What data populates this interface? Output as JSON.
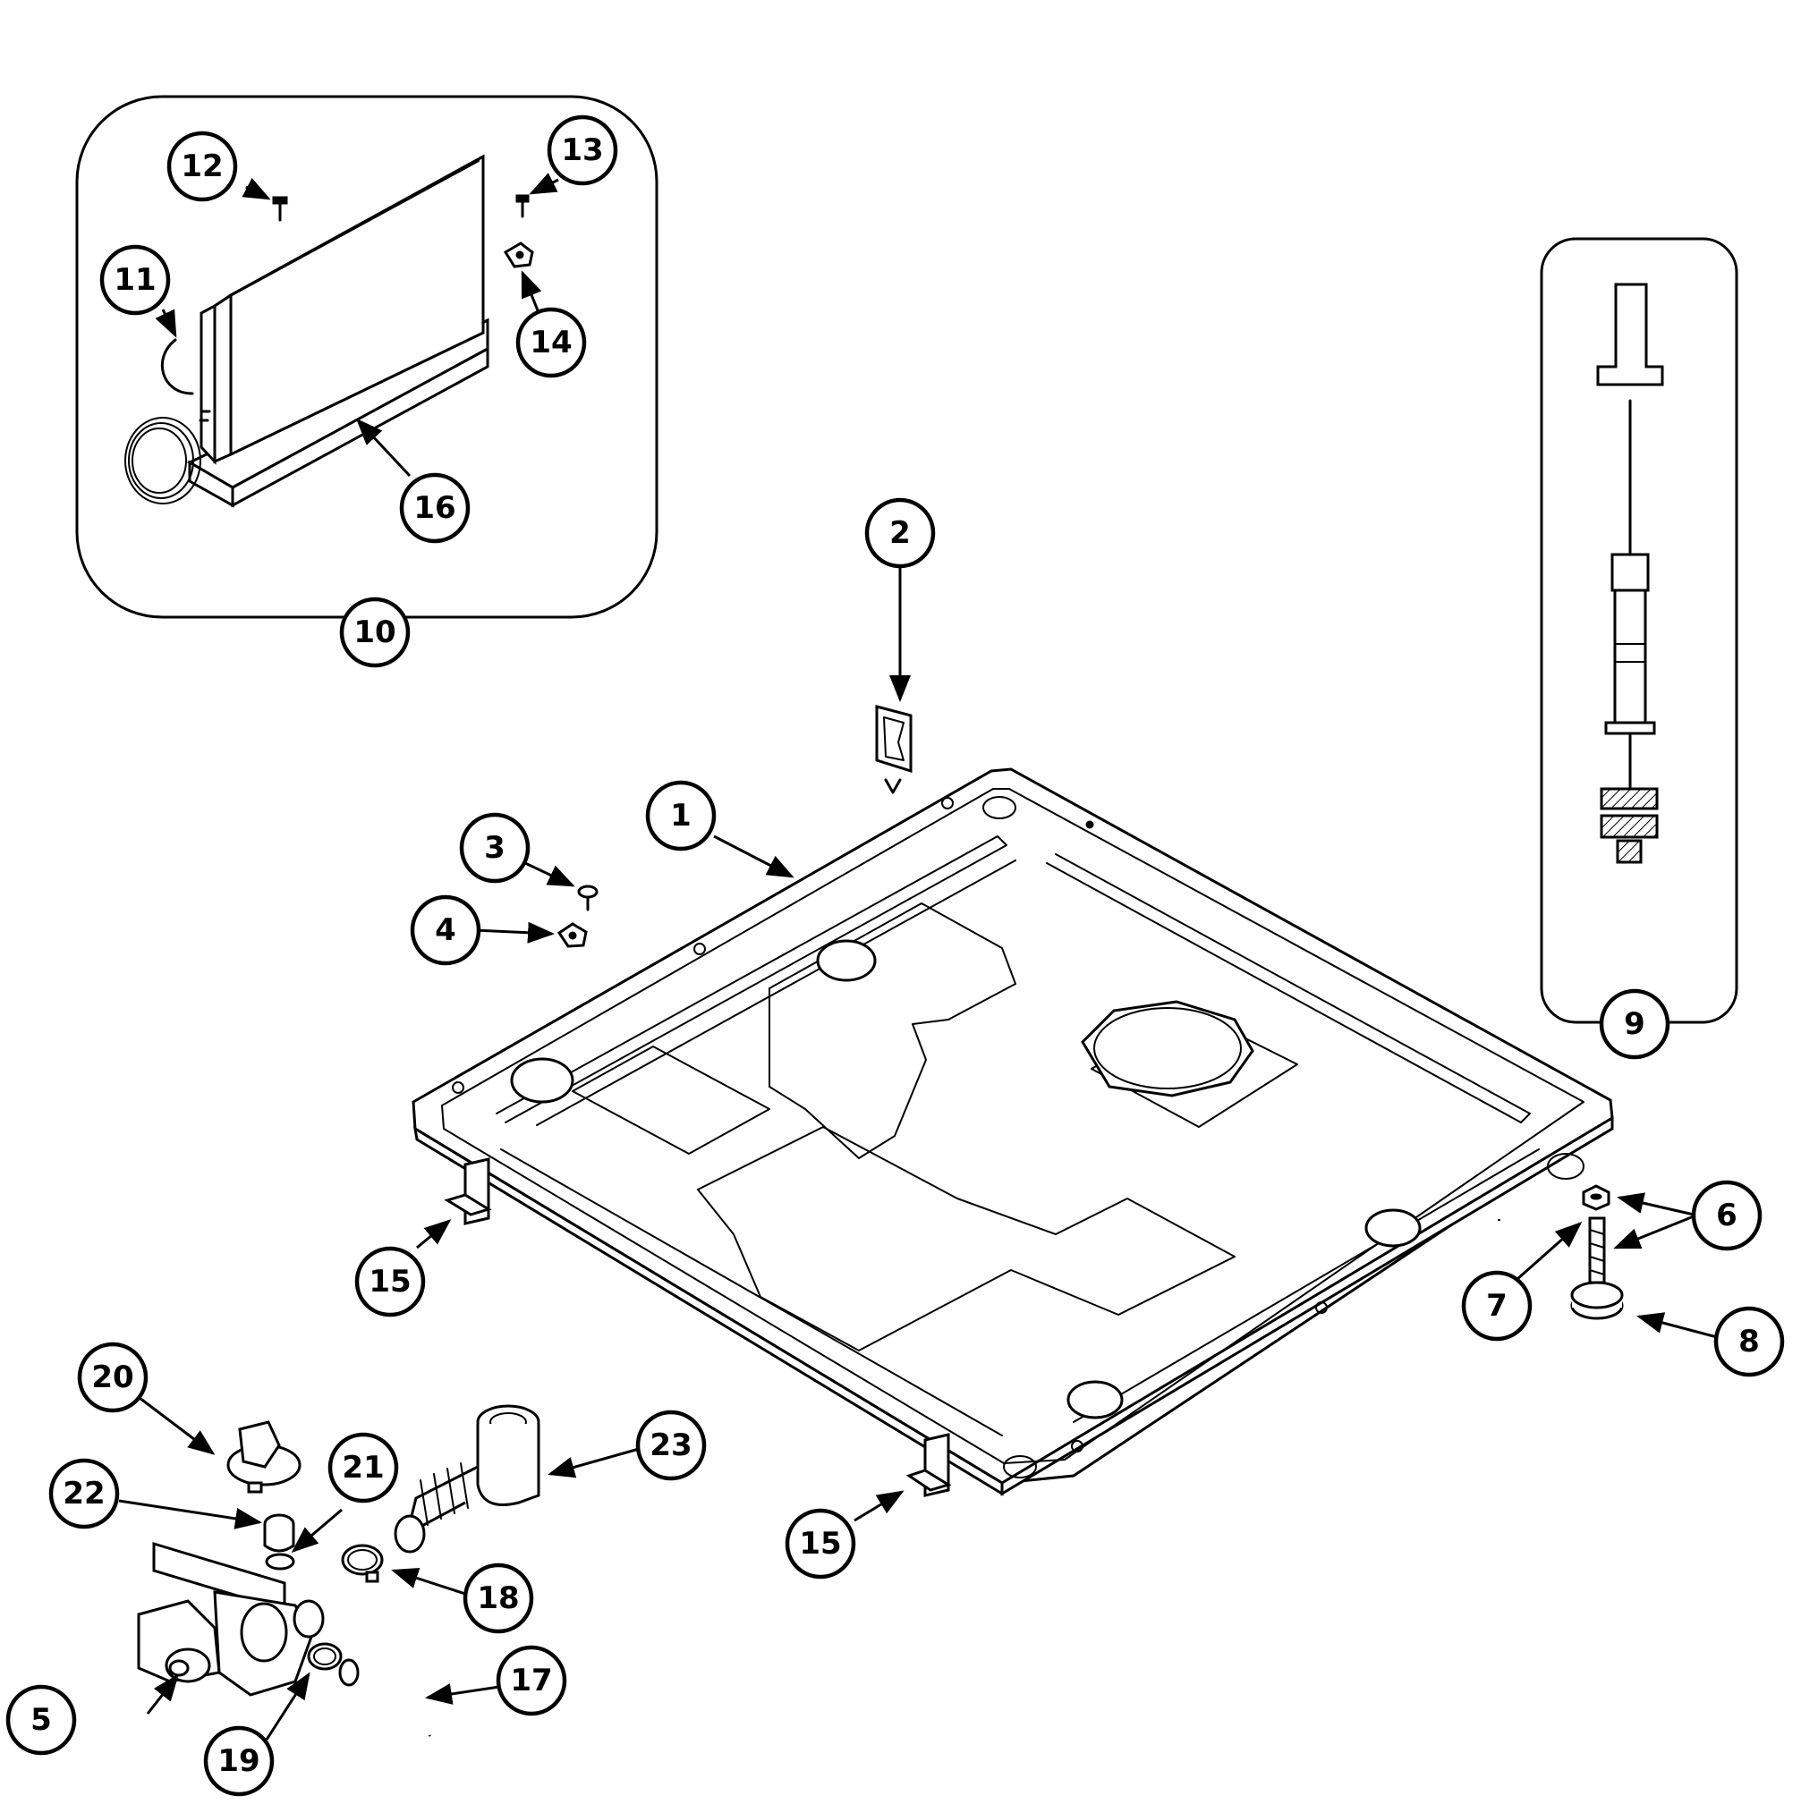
{
  "callouts": {
    "c1": "1",
    "c2": "2",
    "c3": "3",
    "c4": "4",
    "c5": "5",
    "c6": "6",
    "c7": "7",
    "c8": "8",
    "c9": "9",
    "c10": "10",
    "c11": "11",
    "c12": "12",
    "c13": "13",
    "c14": "14",
    "c15a": "15",
    "c15b": "15",
    "c16": "16",
    "c17": "17",
    "c18": "18",
    "c19": "19",
    "c20": "20",
    "c21": "21",
    "c22": "22",
    "c23": "23"
  },
  "colors": {
    "ink": "#000000",
    "paper": "#ffffff"
  }
}
